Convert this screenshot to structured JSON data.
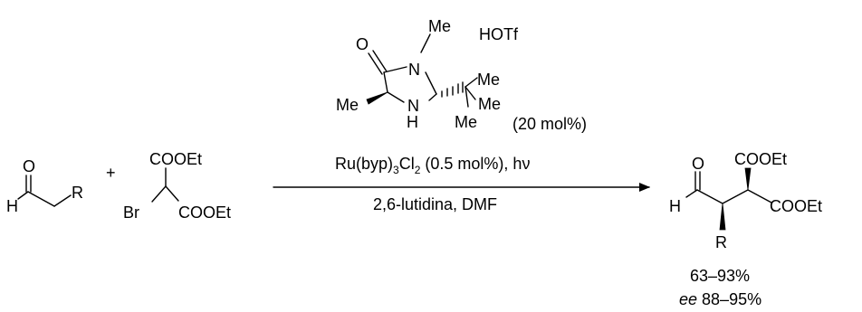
{
  "catalyst": {
    "atoms": {
      "O": "O",
      "N1": "N",
      "N_me": "Me",
      "NH_N": "N",
      "NH_H": "H",
      "Me_left": "Me",
      "tbu_me1": "Me",
      "tbu_me2": "Me",
      "tbu_me3": "Me"
    },
    "acid": "HOTf",
    "loading": "(20 mol%)"
  },
  "reactant_aldehyde": {
    "O": "O",
    "H": "H",
    "R": "R"
  },
  "plus": "+",
  "reactant_malonate": {
    "ester_top": "COOEt",
    "ester_bottom": "COOEt",
    "Br": "Br"
  },
  "conditions": {
    "photocat_prefix": "Ru(byp)",
    "photocat_sub1": "3",
    "photocat_mid": "Cl",
    "photocat_sub2": "2",
    "photocat_suffix": " (0.5 mol%), h",
    "photocat_nu": "ν",
    "base_solvent": "2,6-lutidina, DMF"
  },
  "product": {
    "O": "O",
    "H": "H",
    "R": "R",
    "ester_top": "COOEt",
    "ester_right": "COOEt"
  },
  "result": {
    "yield": "63–93%",
    "ee_label": "ee",
    "ee_value": " 88–95%"
  }
}
